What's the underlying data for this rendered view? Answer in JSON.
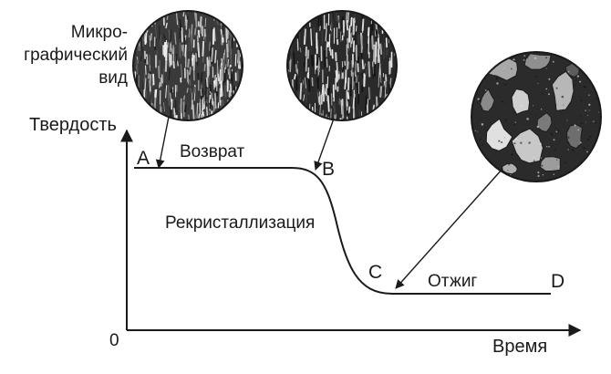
{
  "micro_label": [
    "Микро-",
    "графический",
    "вид"
  ],
  "y_axis_label": "Твердость",
  "x_axis_label": "Время",
  "origin_label": "0",
  "points": {
    "a": "A",
    "b": "B",
    "c": "C",
    "d": "D"
  },
  "stages": {
    "recovery": "Возврат",
    "recrystallization": "Рекристаллизация",
    "annealing": "Отжиг"
  },
  "micrographs": [
    {
      "name": "cold-worked-grains",
      "style": "elongated-fine"
    },
    {
      "name": "recovered-grains",
      "style": "elongated-dark"
    },
    {
      "name": "recrystallized-grains",
      "style": "equiaxed-coarse"
    }
  ],
  "colors": {
    "ink": "#1a1a1a",
    "background": "#ffffff"
  }
}
